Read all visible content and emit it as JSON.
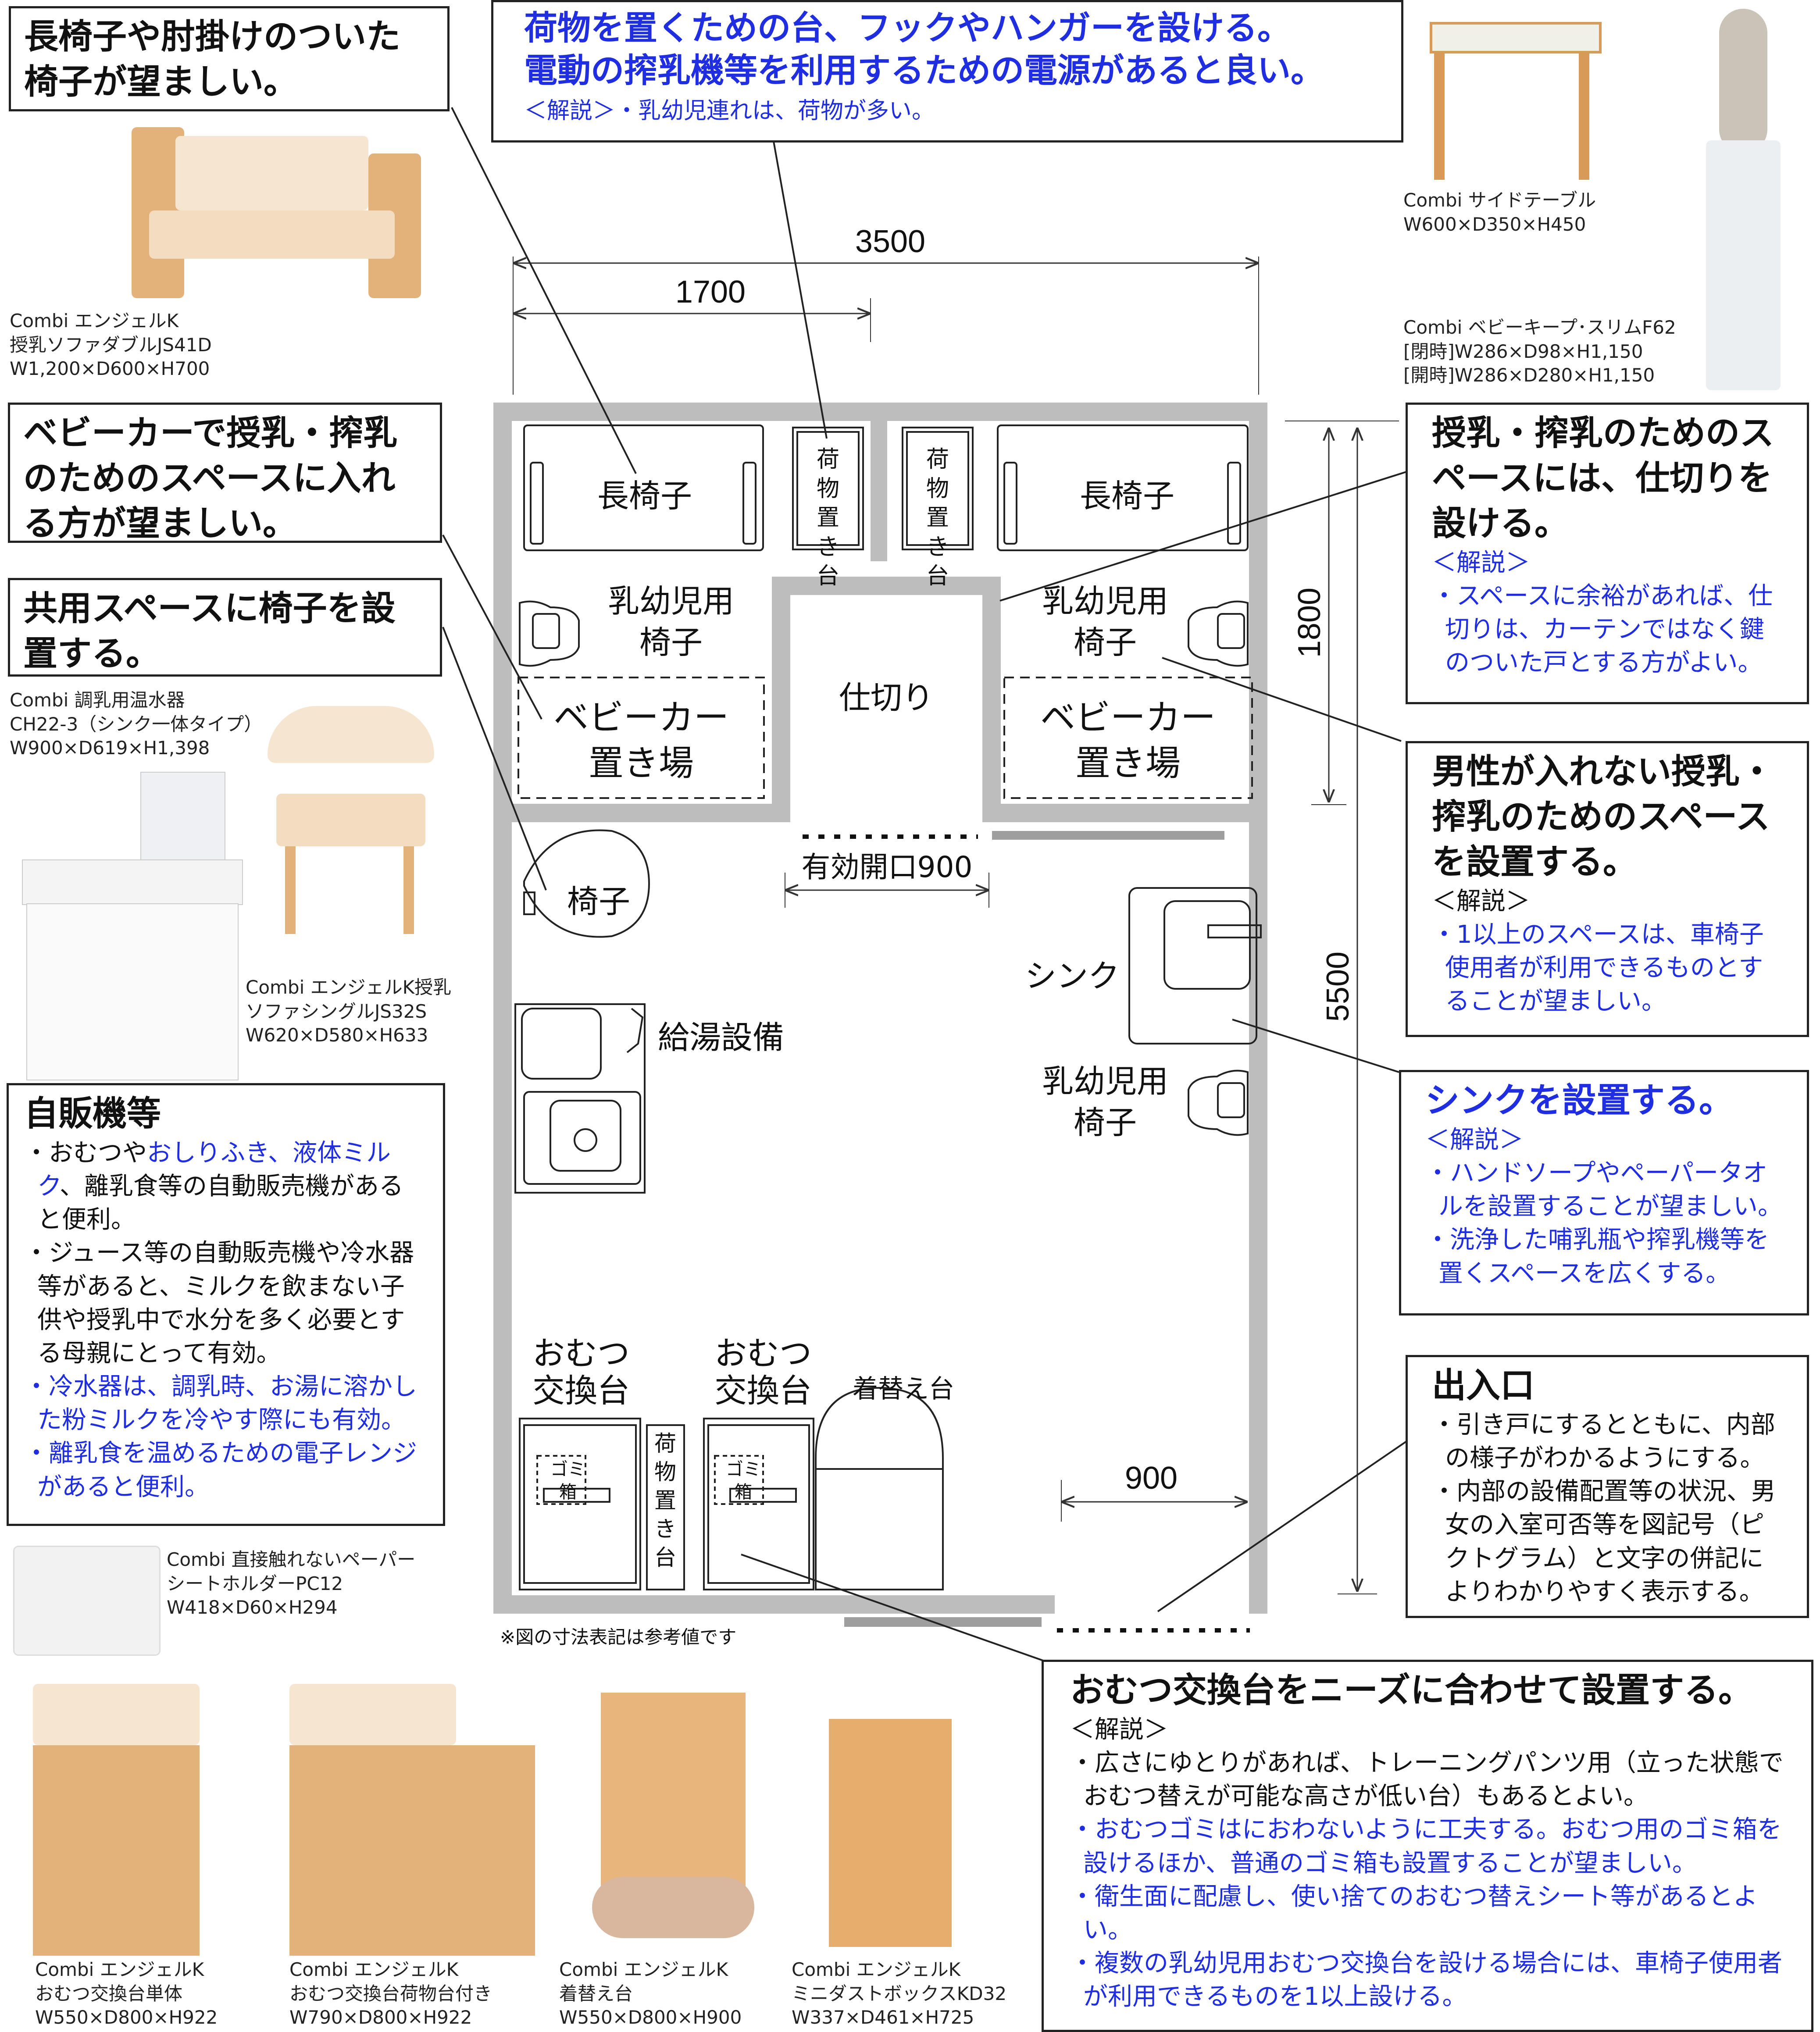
{
  "callouts": {
    "long_chair": {
      "title": "長椅子や肘掛けのついた椅子が望ましい。"
    },
    "table": {
      "title_lines": [
        "荷物を置くための台、フックやハンガーを設ける。",
        "電動の搾乳機等を利用するための電源があると良い。"
      ],
      "note": "＜解説＞・乳幼児連れは、荷物が多い。"
    },
    "stroller": {
      "title": "ベビーカーで授乳・搾乳のためのスペースに入れる方が望ましい。"
    },
    "shared_chair": {
      "title": "共用スペースに椅子を設置する。"
    },
    "partition": {
      "title": "授乳・搾乳のためのスペースには、仕切りを設ける。",
      "note_head": "＜解説＞",
      "items": [
        "スペースに余裕があれば、仕切りは、カーテンではなく鍵のついた戸とする方がよい。"
      ]
    },
    "male": {
      "title": "男性が入れない授乳・搾乳のためのスペースを設置する。",
      "note_head": "＜解説＞",
      "items": [
        "1以上のスペースは、車椅子使用者が利用できるものとすることが望ましい。"
      ]
    },
    "sink": {
      "title": "シンクを設置する。",
      "note_head": "＜解説＞",
      "items": [
        "ハンドソープやペーパータオルを設置することが望ましい。",
        "洗浄した哺乳瓶や搾乳機等を置くスペースを広くする。"
      ]
    },
    "entrance": {
      "title": "出入口",
      "items": [
        "引き戸にするとともに、内部の様子がわかるようにする。",
        "内部の設備配置等の状況、男女の入室可否等を図記号（ピクトグラム）と文字の併記によりわかりやすく表示する。"
      ]
    },
    "vending": {
      "title": "自販機等",
      "item1_pre": "おむつや",
      "item1_blue": "おしりふき、液体ミルク",
      "item1_post": "、離乳食等の自動販売機があると便利。",
      "item2": "ジュース等の自動販売機や冷水器等があると、ミルクを飲まない子供や授乳中で水分を多く必要とする母親にとって有効。",
      "item3": "冷水器は、調乳時、お湯に溶かした粉ミルクを冷やす際にも有効。",
      "item4": "離乳食を温めるための電子レンジがあると便利。"
    },
    "diaper": {
      "title": "おむつ交換台をニーズに合わせて設置する。",
      "note_head": "＜解説＞",
      "item1": "広さにゆとりがあれば、トレーニングパンツ用（立った状態でおむつ替えが可能な高さが低い台）もあるとよい。",
      "item2": "おむつゴミはにおわないように工夫する。おむつ用のゴミ箱を設けるほか、普通のゴミ箱も設置することが望ましい。",
      "item3": "衛生面に配慮し、使い捨てのおむつ替えシート等があるとよい。",
      "item4": "複数の乳幼児用おむつ交換台を設ける場合には、車椅子使用者が利用できるものを1以上設ける。"
    }
  },
  "products": {
    "sofa_double": [
      "Combi エンジェルK",
      "授乳ソファダブルJS41D",
      "W1,200×D600×H700"
    ],
    "side_table": [
      "Combi サイドテーブル",
      "W600×D350×H450"
    ],
    "baby_keep": [
      "Combi ベビーキープ･スリムF62",
      "[閉時]W286×D98×H1,150",
      "[開時]W286×D280×H1,150"
    ],
    "warmer": [
      "Combi 調乳用温水器",
      "CH22-3（シンク一体タイプ）",
      "W900×D619×H1,398"
    ],
    "sofa_single": [
      "Combi エンジェルK授乳",
      "ソファシングルJS32S",
      "W620×D580×H633"
    ],
    "seat_holder": [
      "Combi 直接触れないペーパー",
      "シートホルダーPC12",
      "W418×D60×H294"
    ],
    "diaper_single": [
      "Combi エンジェルK",
      "おむつ交換台単体",
      "W550×D800×H922"
    ],
    "diaper_luggage": [
      "Combi エンジェルK",
      "おむつ交換台荷物台付き",
      "W790×D800×H922"
    ],
    "changing": [
      "Combi エンジェルK",
      "着替え台",
      "W550×D800×H900"
    ],
    "dust_box": [
      "Combi エンジェルK",
      "ミニダストボックスKD32",
      "W337×D461×H725"
    ]
  },
  "plan": {
    "dim_total": "3500",
    "dim_half": "1700",
    "dim_1800": "1800",
    "dim_5500": "5500",
    "dim_900": "900",
    "long_chair": "長椅子",
    "luggage_table": "荷物置き台",
    "infant_chair": "乳幼児用椅子",
    "stroller": "ベビーカー置き場",
    "partition": "仕切り",
    "opening": "有効開口900",
    "chair": "椅子",
    "hot_water": "給湯設備",
    "sink": "シンク",
    "diaper_table": "おむつ交換台",
    "changing_table": "着替え台",
    "trash": "ゴミ箱",
    "footnote": "※図の寸法表記は参考値です"
  },
  "colors": {
    "accent_blue": "#1f2ee0",
    "wall_gray": "#bdbdbd",
    "wood": "#e2b27a",
    "cream": "#f6e6cf"
  }
}
